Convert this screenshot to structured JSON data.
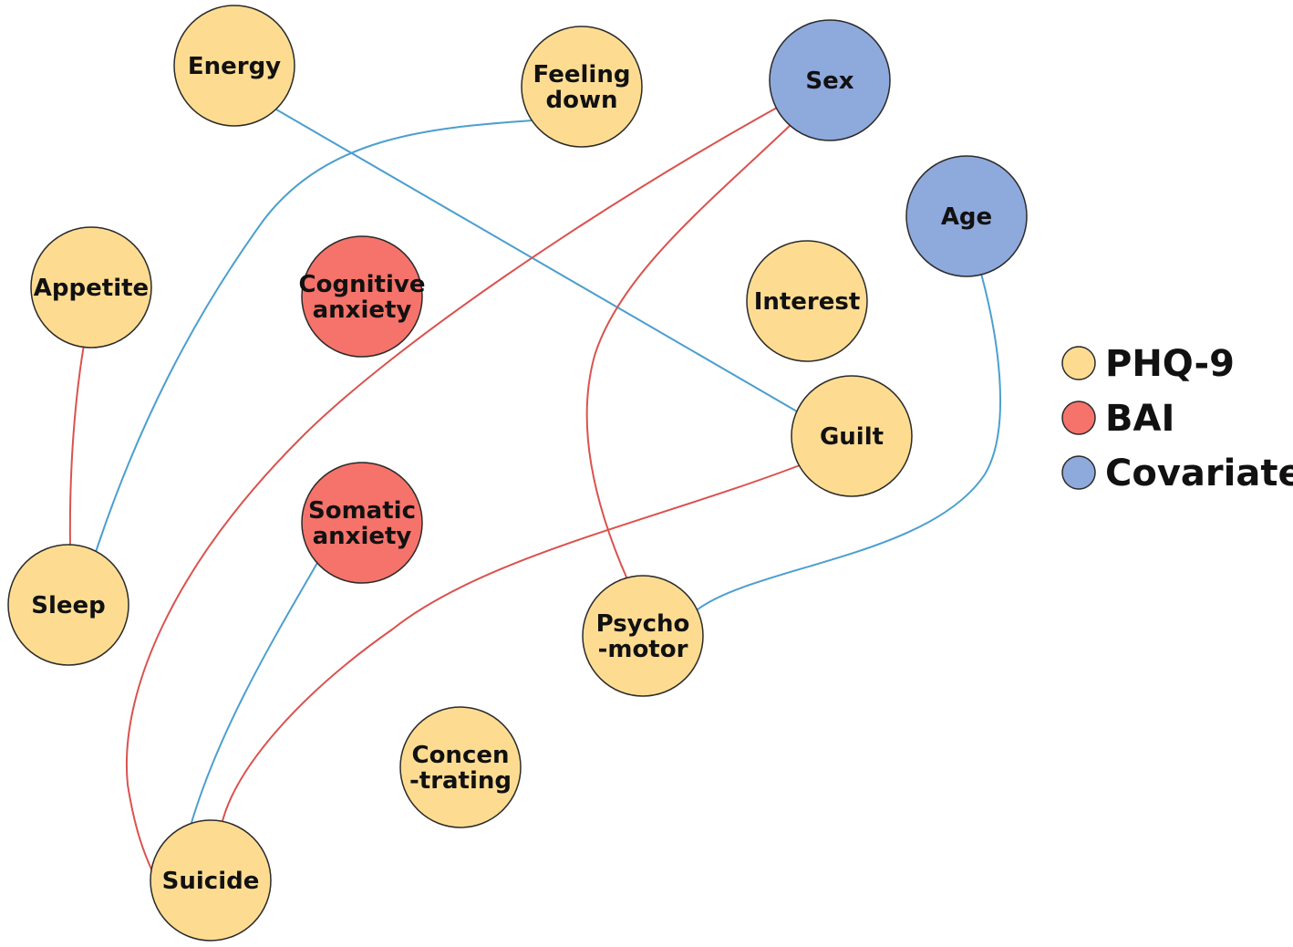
{
  "colors": {
    "PHQ-9": "#fddc92",
    "BAI": "#f5736a",
    "Covariate": "#8ea9dc",
    "edge_positive": "#4c9fcf",
    "edge_negative": "#d9534f"
  },
  "nodes": [
    {
      "id": "energy",
      "label": [
        "Energy"
      ],
      "group": "PHQ-9"
    },
    {
      "id": "feeling-down",
      "label": [
        "Feeling",
        "down"
      ],
      "group": "PHQ-9"
    },
    {
      "id": "sex",
      "label": [
        "Sex"
      ],
      "group": "Covariate"
    },
    {
      "id": "age",
      "label": [
        "Age"
      ],
      "group": "Covariate"
    },
    {
      "id": "appetite",
      "label": [
        "Appetite"
      ],
      "group": "PHQ-9"
    },
    {
      "id": "cognitive-anxiety",
      "label": [
        "Cognitive",
        "anxiety"
      ],
      "group": "BAI"
    },
    {
      "id": "interest",
      "label": [
        "Interest"
      ],
      "group": "PHQ-9"
    },
    {
      "id": "guilt",
      "label": [
        "Guilt"
      ],
      "group": "PHQ-9"
    },
    {
      "id": "somatic-anxiety",
      "label": [
        "Somatic",
        "anxiety"
      ],
      "group": "BAI"
    },
    {
      "id": "sleep",
      "label": [
        "Sleep"
      ],
      "group": "PHQ-9"
    },
    {
      "id": "psychomotor",
      "label": [
        "Psycho",
        "-motor"
      ],
      "group": "PHQ-9"
    },
    {
      "id": "concentrating",
      "label": [
        "Concen",
        "-trating"
      ],
      "group": "PHQ-9"
    },
    {
      "id": "suicide",
      "label": [
        "Suicide"
      ],
      "group": "PHQ-9"
    }
  ],
  "edges": [
    {
      "from": "energy",
      "to": "guilt",
      "color": "edge_positive"
    },
    {
      "from": "feeling-down",
      "to": "sleep",
      "color": "edge_positive"
    },
    {
      "from": "appetite",
      "to": "sleep",
      "color": "edge_negative"
    },
    {
      "from": "sex",
      "to": "suicide",
      "color": "edge_negative"
    },
    {
      "from": "sex",
      "to": "psychomotor",
      "color": "edge_negative"
    },
    {
      "from": "age",
      "to": "psychomotor",
      "color": "edge_positive"
    },
    {
      "from": "guilt",
      "to": "suicide",
      "color": "edge_negative"
    },
    {
      "from": "somatic-anxiety",
      "to": "suicide",
      "color": "edge_positive"
    }
  ],
  "legend": [
    {
      "label": "PHQ-9",
      "group": "PHQ-9"
    },
    {
      "label": "BAI",
      "group": "BAI"
    },
    {
      "label": "Covariate",
      "group": "Covariate"
    }
  ]
}
